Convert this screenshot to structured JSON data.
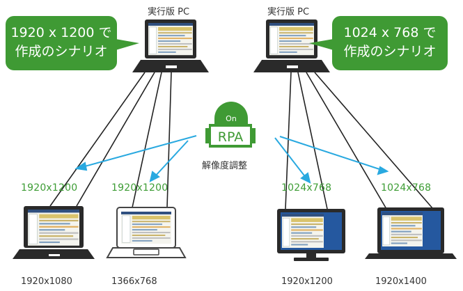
{
  "colors": {
    "green": "#3f9a34",
    "green_label": "#3c9c34",
    "arrow": "#29a9e0",
    "line": "#222222",
    "text": "#333333"
  },
  "exec_pc_label_left": "実行版 PC",
  "exec_pc_label_right": "実行版 PC",
  "bubble_left": {
    "line1": "1920 x 1200 で",
    "line2": "作成のシナリオ"
  },
  "bubble_right": {
    "line1": "1024 x 768 で",
    "line2": "作成のシナリオ"
  },
  "logo": {
    "text_top": "On",
    "text_main": "RPA"
  },
  "caption": "解像度調整",
  "adjusted": [
    "1920x1200",
    "1920x1200",
    "1024x768",
    "1024x768"
  ],
  "resolutions": [
    "1920x1080",
    "1366x768",
    "1920x1200",
    "1920x1400"
  ]
}
